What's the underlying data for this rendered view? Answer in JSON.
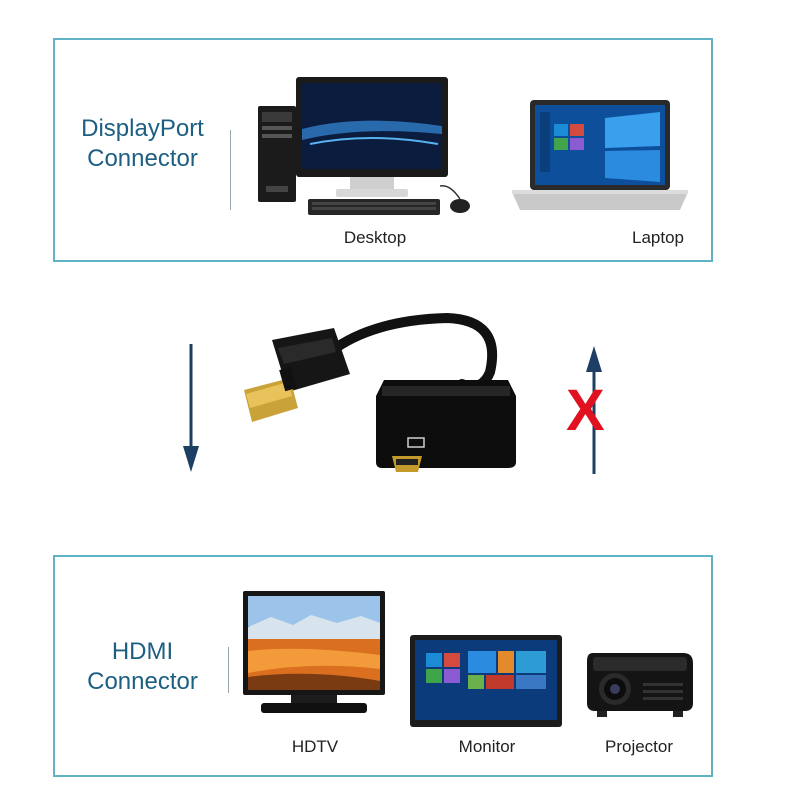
{
  "source": {
    "title_line1": "DisplayPort",
    "title_line2": "Connector",
    "devices": [
      {
        "label": "Desktop",
        "icon": "desktop-computer"
      },
      {
        "label": "Laptop",
        "icon": "laptop"
      }
    ]
  },
  "target": {
    "title_line1": "HDMI",
    "title_line2": "Connector",
    "devices": [
      {
        "label": "HDTV",
        "icon": "hdtv"
      },
      {
        "label": "Monitor",
        "icon": "monitor"
      },
      {
        "label": "Projector",
        "icon": "projector"
      }
    ]
  },
  "direction": {
    "supported": "DisplayPort to HDMI",
    "unsupported_mark": "X"
  },
  "colors": {
    "panel_border": "#5fb3c4",
    "title": "#1d5f82",
    "arrow": "#1d3f63",
    "cross": "#e0121f"
  }
}
